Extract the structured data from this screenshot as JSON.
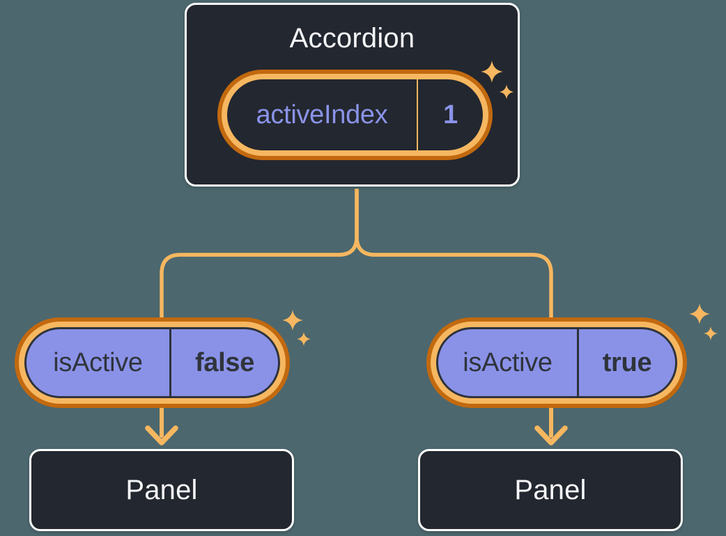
{
  "diagram": {
    "root": {
      "title": "Accordion",
      "state": {
        "name": "activeIndex",
        "value": "1"
      }
    },
    "children": [
      {
        "state": {
          "name": "isActive",
          "value": "false"
        },
        "panel": {
          "title": "Panel"
        }
      },
      {
        "state": {
          "name": "isActive",
          "value": "true"
        },
        "panel": {
          "title": "Panel"
        }
      }
    ]
  },
  "colors": {
    "background": "#4C676E",
    "node_fill": "#23272F",
    "node_border": "#FFFFFF",
    "node_text": "#F6F7F9",
    "ring_outer_orange": "#C2690F",
    "ring_inner_orange": "#F6B760",
    "connector_orange": "#F6B760",
    "state_purple_fill": "#8A92E8",
    "state_purple_text": "#8A93E8",
    "state_dark_text": "#2F343C"
  },
  "icons": {
    "sparkle": "four-point-star"
  }
}
